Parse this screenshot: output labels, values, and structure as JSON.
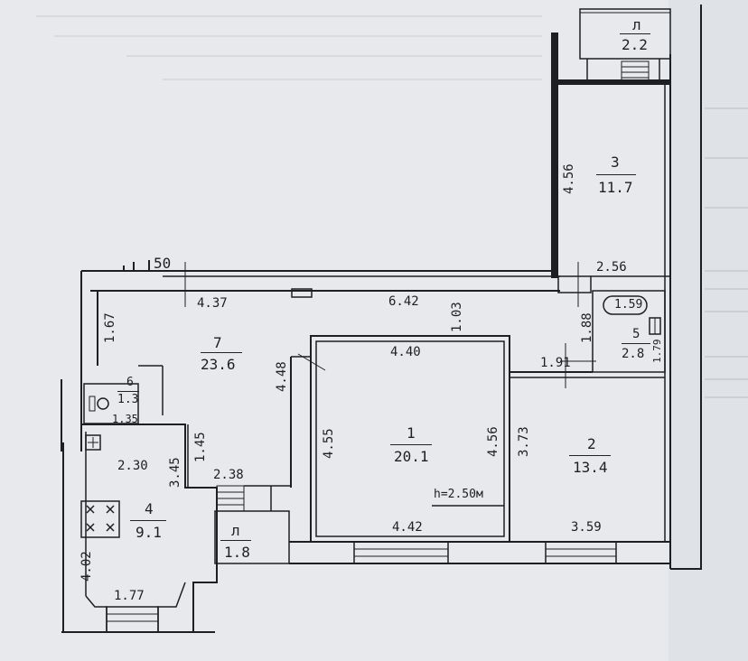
{
  "plan": {
    "rooms": [
      {
        "id": "1",
        "number": "1",
        "area": "20.1"
      },
      {
        "id": "2",
        "number": "2",
        "area": "13.4"
      },
      {
        "id": "3",
        "number": "3",
        "area": "11.7"
      },
      {
        "id": "4",
        "number": "4",
        "area": "9.1"
      },
      {
        "id": "5",
        "number": "5",
        "area": "2.8"
      },
      {
        "id": "6",
        "number": "6",
        "area": "1.3"
      },
      {
        "id": "7",
        "number": "7",
        "area": "23.6"
      },
      {
        "id": "b1",
        "number": "л",
        "area": "2.2"
      },
      {
        "id": "b2",
        "number": "л",
        "area": "1.8"
      }
    ],
    "dimensions": {
      "d_4_56_r3": "4.56",
      "d_2_56": "2.56",
      "d_50": "50",
      "d_4_37": "4.37",
      "d_6_42": "6.42",
      "d_1_03": "1.03",
      "d_1_59": "1.59",
      "d_1_67": "1.67",
      "d_1_88": "1.88",
      "d_1_79": "1.79",
      "d_4_48": "4.48",
      "d_4_40": "4.40",
      "d_1_91": "1.91",
      "d_1_35": "1.35",
      "d_4_55": "4.55",
      "d_4_56_r1": "4.56",
      "d_3_73": "3.73",
      "d_1_45": "1.45",
      "d_2_30": "2.30",
      "d_3_45": "3.45",
      "d_2_38": "2.38",
      "d_4_42": "4.42",
      "d_3_59": "3.59",
      "d_4_02": "4.02",
      "d_1_77": "1.77"
    },
    "ceiling_height": "h=2.50м"
  }
}
